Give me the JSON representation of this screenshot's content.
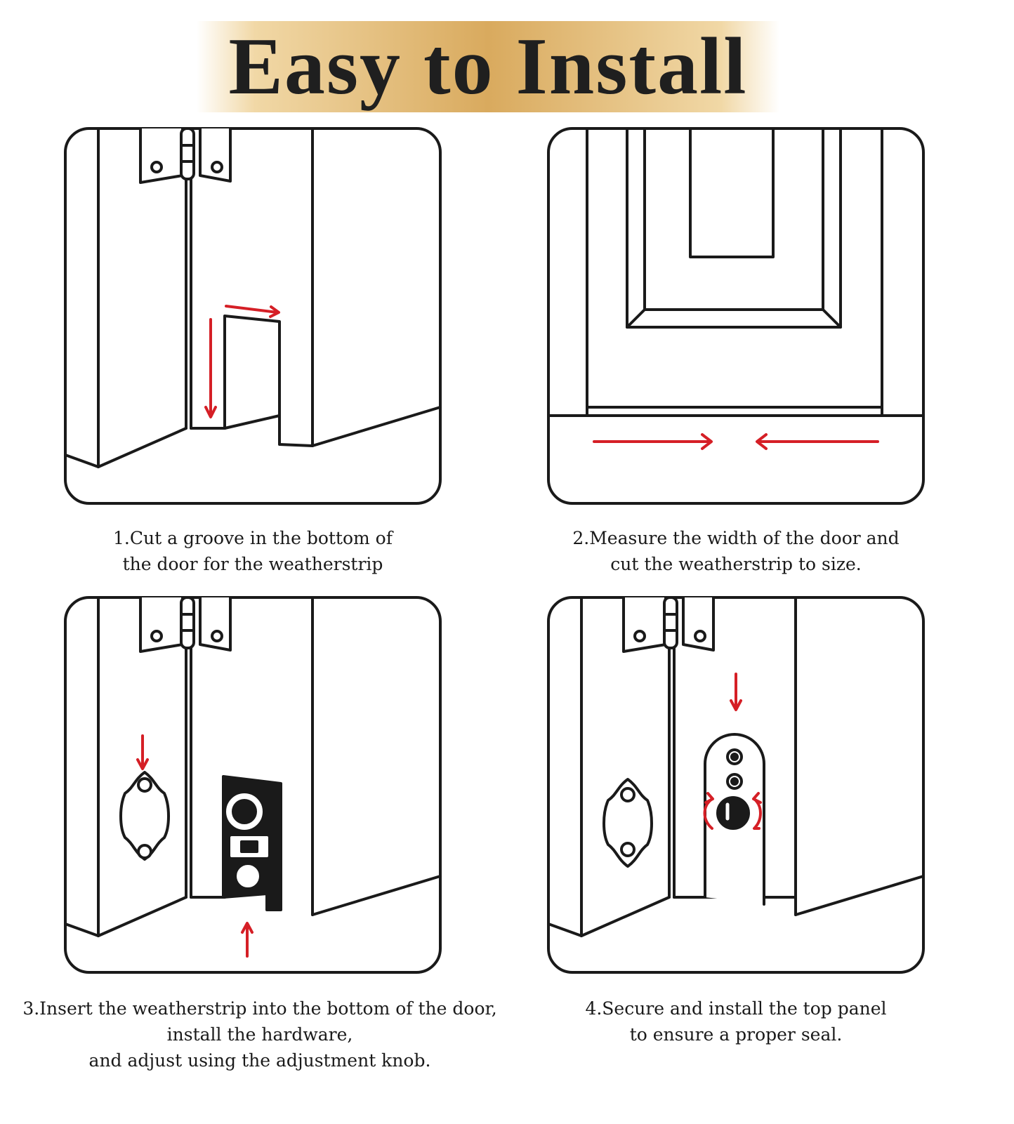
{
  "title": "Easy to Install",
  "colors": {
    "accent_red": "#d51f26",
    "line": "#1a1a1a",
    "gold": "#d9aa5e"
  },
  "steps": [
    {
      "lines": [
        "1.Cut a groove in the bottom of",
        "the door for the weatherstrip"
      ]
    },
    {
      "lines": [
        "2.Measure the width of the door and",
        "cut the weatherstrip to size."
      ]
    },
    {
      "lines": [
        "3.Insert the weatherstrip into the bottom of the door,",
        "install the hardware,",
        "and adjust using the adjustment knob."
      ]
    },
    {
      "lines": [
        "4.Secure and install the top panel",
        "to ensure a proper seal."
      ]
    }
  ]
}
